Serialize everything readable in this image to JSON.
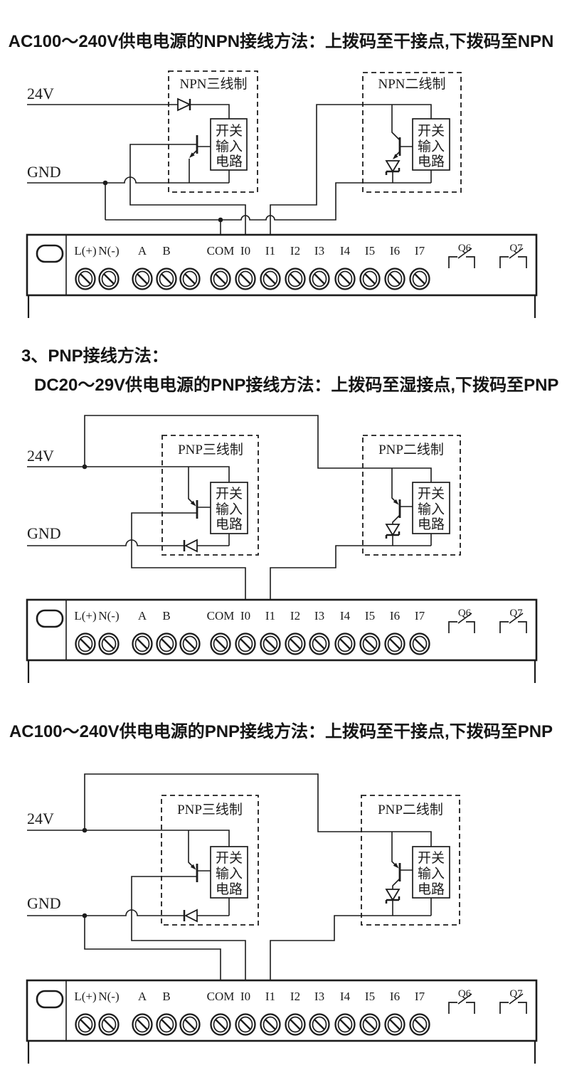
{
  "page": {
    "background": "#ffffff",
    "ink": "#1c1c1c"
  },
  "headings": {
    "npn_ac": "AC100～240V供电电源的NPN接线方法：上拨码至干接点,下拨码至NPN",
    "section_pnp": "3、PNP接线方法：",
    "pnp_dc": "DC20～29V供电电源的PNP接线方法：上拨码至湿接点,下拨码至PNP",
    "pnp_ac": "AC100～240V供电电源的PNP接线方法：上拨码至干接点,下拨码至PNP"
  },
  "labels": {
    "power_24v": "24V",
    "ground": "GND",
    "npn_three_wire": "NPN三线制",
    "npn_two_wire": "NPN二线制",
    "pnp_three_wire": "PNP三线制",
    "pnp_two_wire": "PNP二线制",
    "switch_box_line1": "开关",
    "switch_box_line2": "输入",
    "switch_box_line3": "电路"
  },
  "terminal_block": {
    "labels": [
      "L(+)",
      "N(-)",
      "A",
      "B",
      "COM",
      "I0",
      "I1",
      "I2",
      "I3",
      "I4",
      "I5",
      "I6",
      "I7"
    ],
    "relay_labels": [
      "Q6",
      "Q7"
    ]
  }
}
